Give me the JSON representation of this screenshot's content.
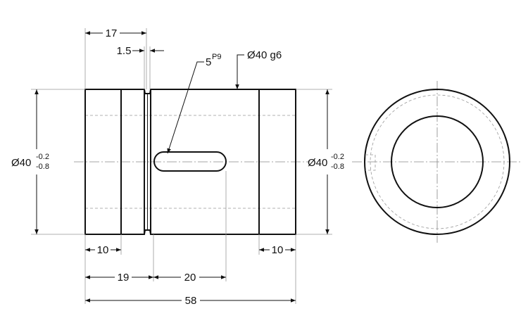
{
  "drawing": {
    "dimensions": {
      "d17": "17",
      "d1_5": "1.5",
      "slot_width": "5",
      "slot_tolerance": "P9",
      "shaft_fit": "Ø40 g6",
      "left_dia": "Ø40",
      "left_tol_upper": "-0.2",
      "left_tol_lower": "-0.8",
      "right_dia": "Ø40",
      "right_tol_upper": "-0.2",
      "right_tol_lower": "-0.8",
      "d10_left": "10",
      "d10_right": "10",
      "d19": "19",
      "d20": "20",
      "d58": "58"
    }
  }
}
